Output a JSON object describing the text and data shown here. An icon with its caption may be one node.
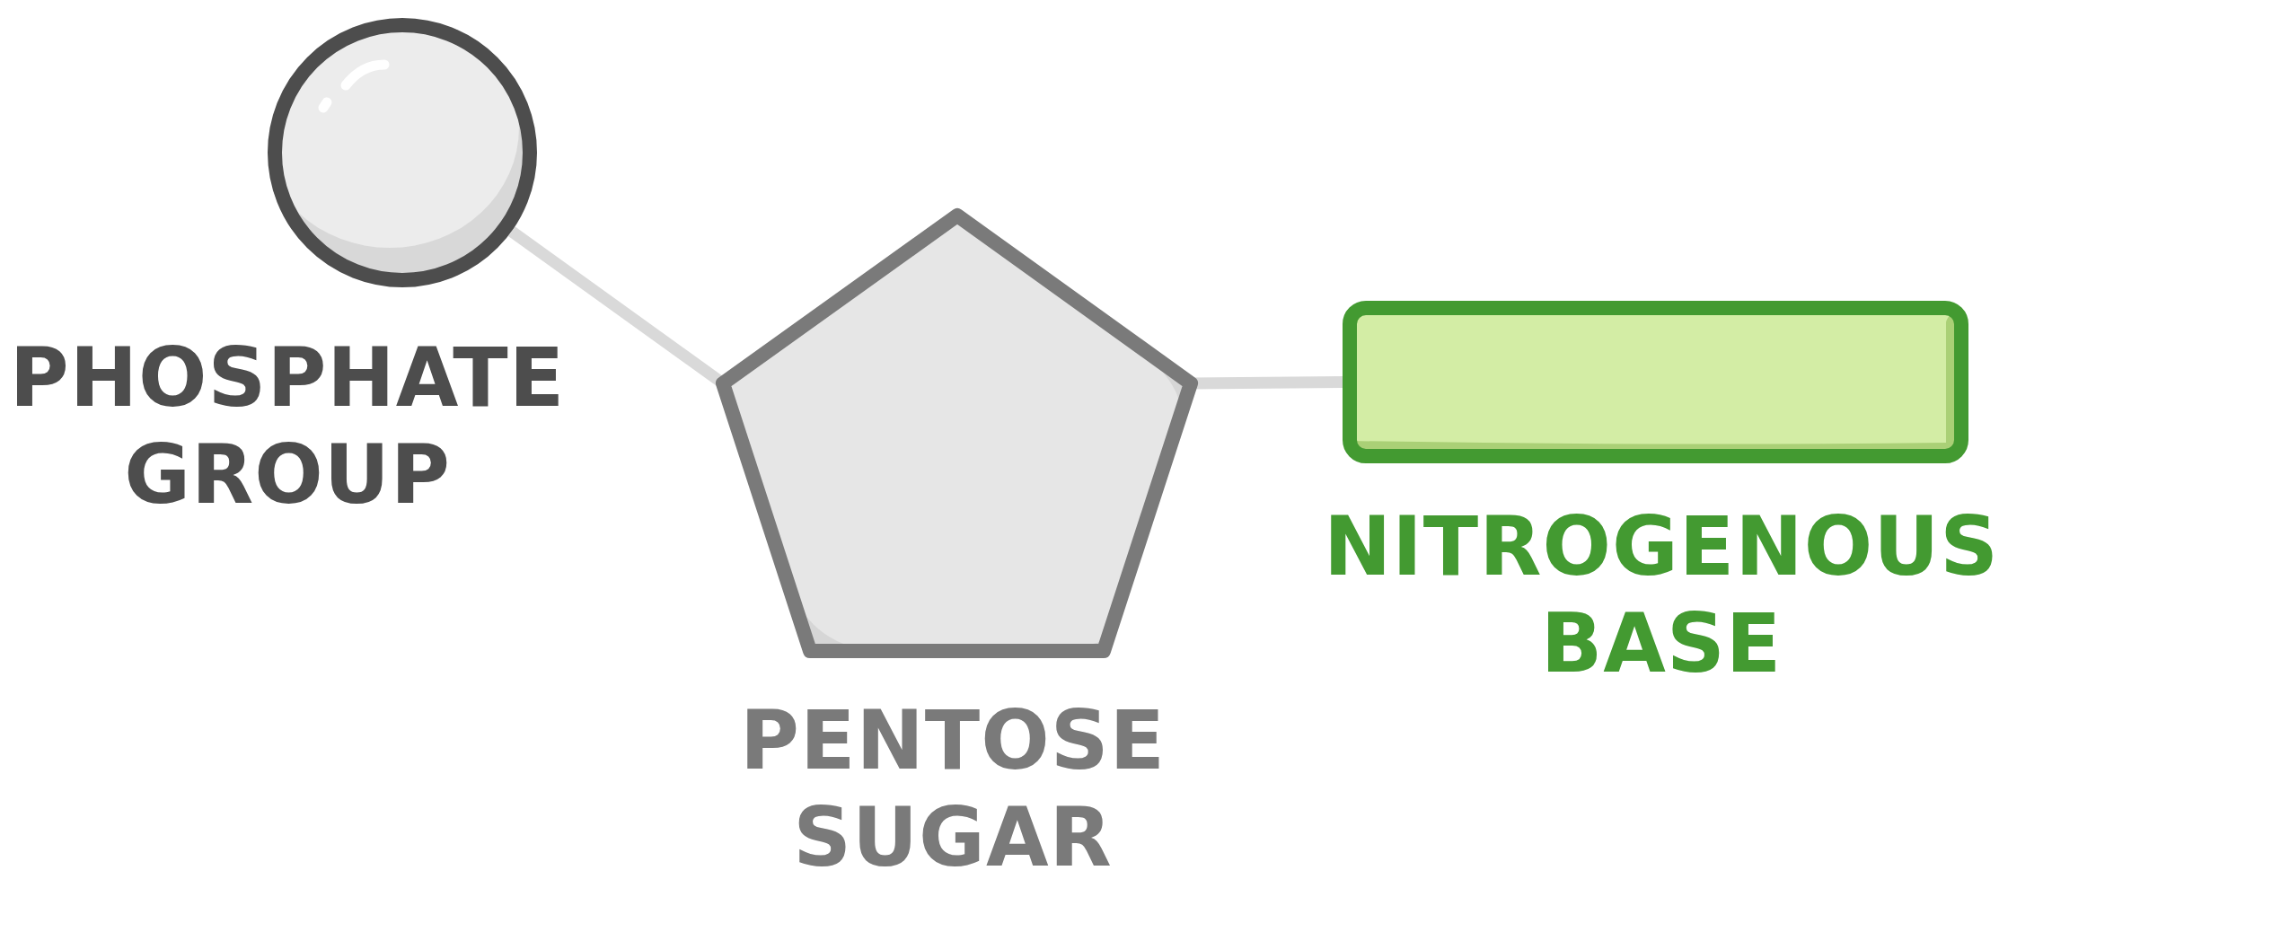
{
  "diagram": {
    "nodes": [
      {
        "text": [],
        "shape": "circle",
        "beside": [
          "PHOSPHATE GROUP"
        ]
      },
      {
        "text": [],
        "shape": "pentagon",
        "beside": [
          "PENTOSE SUGAR"
        ]
      },
      {
        "text": [],
        "shape": "box",
        "beside": [
          "NITROGENOUS BASE"
        ]
      }
    ],
    "edges": [
      {
        "from": 0,
        "to": 1,
        "arrow": "none"
      },
      {
        "from": 1,
        "to": 2,
        "arrow": "none"
      }
    ]
  }
}
